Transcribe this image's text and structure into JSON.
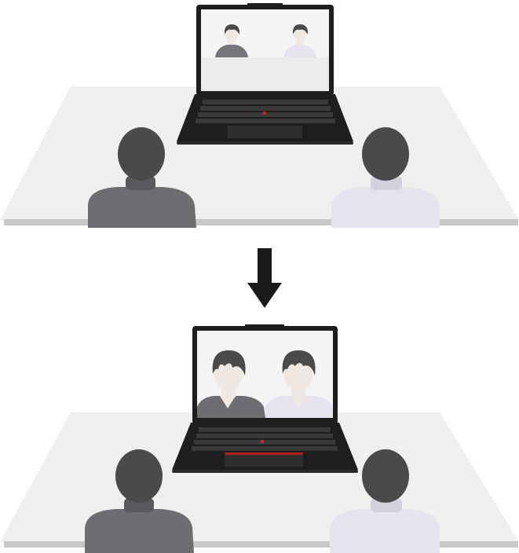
{
  "scenes": [
    {
      "id": "before",
      "screen_view": "distant",
      "participants": [
        {
          "role": "left-participant",
          "shirt_color": "#6e6e72"
        },
        {
          "role": "right-participant",
          "shirt_color": "#e6e3ef"
        }
      ]
    },
    {
      "id": "after",
      "screen_view": "auto-framed",
      "participants": [
        {
          "role": "left-participant",
          "shirt_color": "#6e6e72"
        },
        {
          "role": "right-participant",
          "shirt_color": "#e6e3ef"
        }
      ]
    }
  ],
  "colors": {
    "table": "#efefef",
    "table_edge": "#c8c8c8",
    "laptop_body": "#1e1e1e",
    "screen_bg": "#f2f2f2",
    "hair": "#4a4a4a",
    "skin": "#efe7e2",
    "trackpoint": "#e02020",
    "arrow": "#1a1a1a"
  },
  "icons": {
    "arrow": "arrow-down-icon",
    "laptop": "laptop-icon"
  }
}
